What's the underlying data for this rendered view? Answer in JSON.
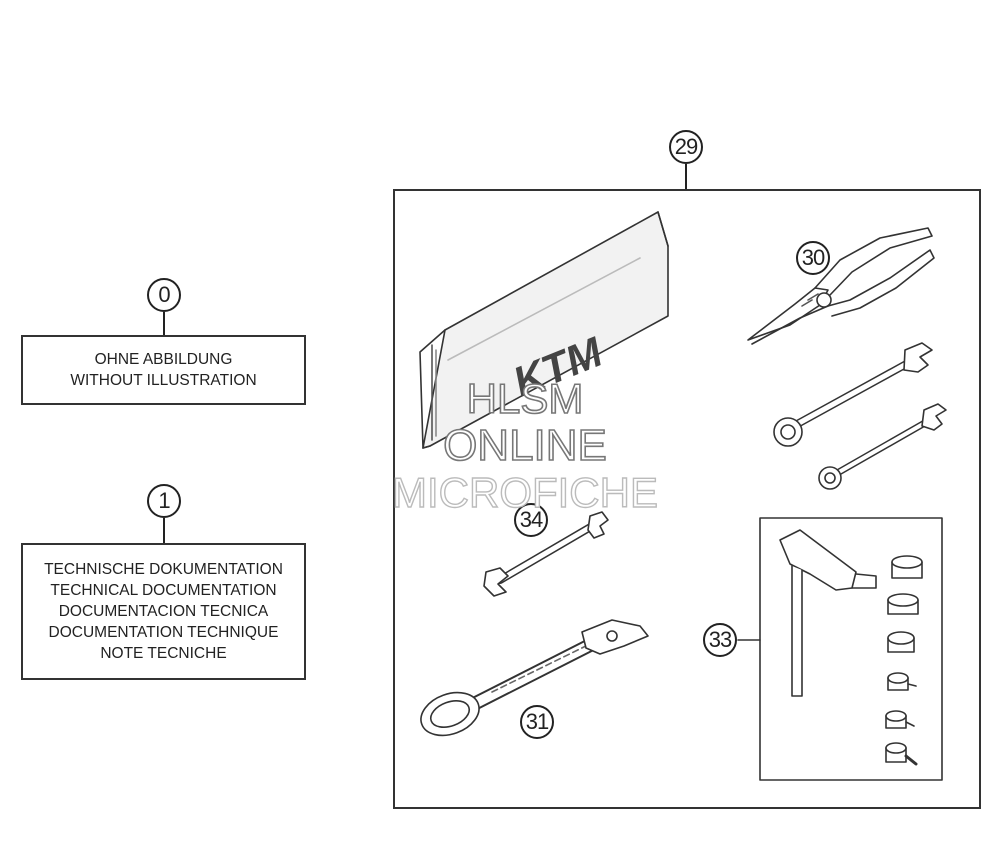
{
  "callouts": {
    "c0": "0",
    "c1": "1",
    "c29": "29",
    "c30": "30",
    "c31": "31",
    "c33": "33",
    "c34": "34"
  },
  "label_no_illustration": {
    "line1": "OHNE ABBILDUNG",
    "line2": "WITHOUT ILLUSTRATION"
  },
  "label_documentation": {
    "line1": "TECHNISCHE DOKUMENTATION",
    "line2": "TECHNICAL DOCUMENTATION",
    "line3": "DOCUMENTACION TECNICA",
    "line4": "DOCUMENTATION TECHNIQUE",
    "line5": "NOTE TECNICHE"
  },
  "pouch_logo": "KTM",
  "watermark": {
    "line1": "HLSM",
    "line2": "ONLINE",
    "line3": "MICROFICHE"
  }
}
